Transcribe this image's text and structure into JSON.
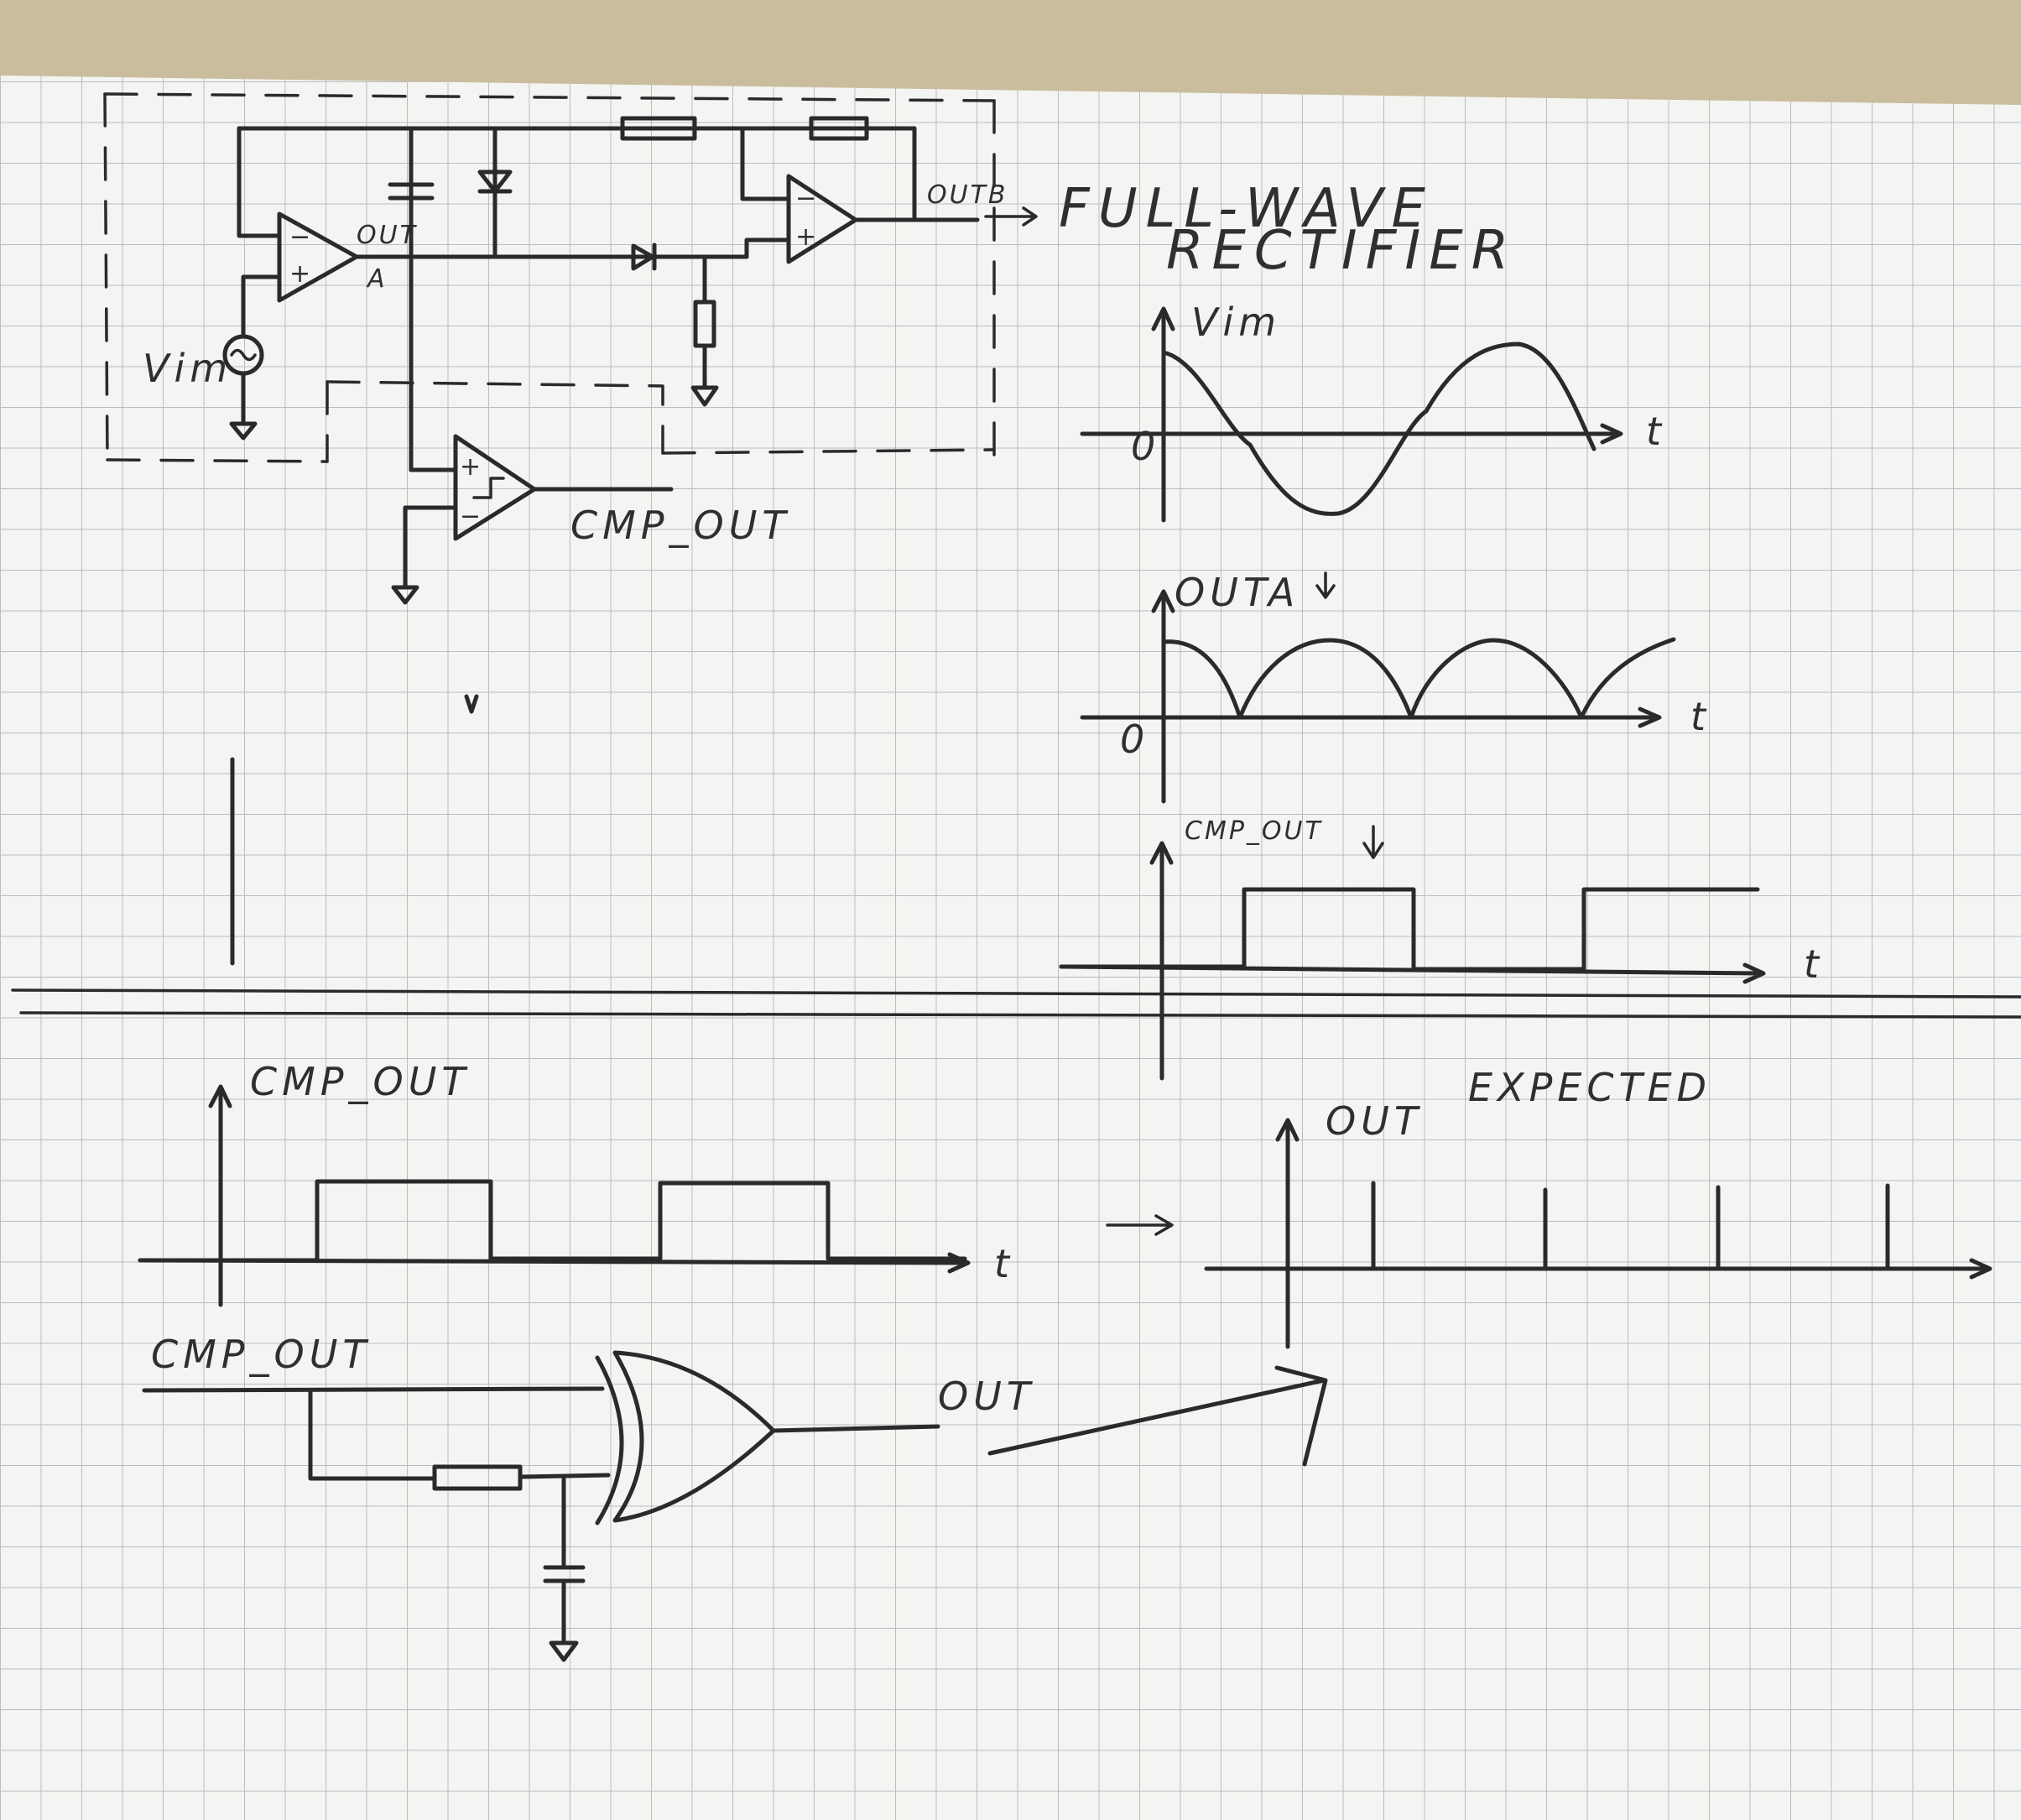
{
  "labels": {
    "title_line1": "FULL-WAVE",
    "title_line2": "RECTIFIER",
    "vin": "Vim",
    "opamp_out": "OUT",
    "node_a": "A",
    "outb": "OUTB",
    "cmp_out_circuit": "CMP_OUT",
    "graph_vin": "Vim",
    "graph_outa": "OUTA",
    "graph_cmp_out": "CMP_OUT",
    "zero": "0",
    "time": "t",
    "bottom_cmp_out": "CMP_OUT",
    "expected": "EXPECTED",
    "expected_out": "OUT",
    "xor_in": "CMP_OUT",
    "xor_out": "OUT"
  },
  "colors": {
    "paper": "#f4f4f2",
    "grid": "#b9bcc2",
    "ink": "#2a2a2a",
    "desk": "#c9bd9d"
  }
}
